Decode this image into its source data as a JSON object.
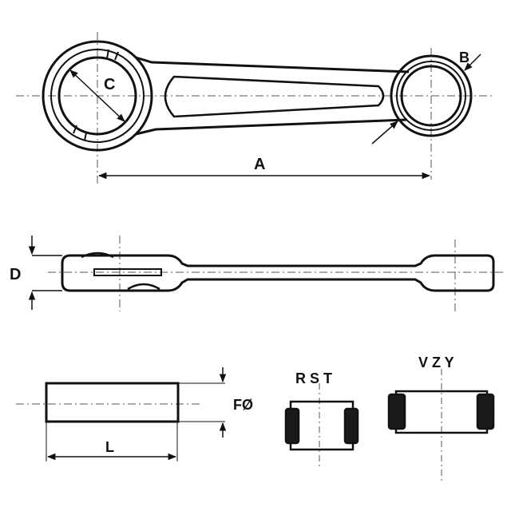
{
  "labels": {
    "a": "A",
    "b": "B",
    "c": "C",
    "d": "D",
    "f": "FØ",
    "l": "L",
    "rst": "R S T",
    "vzy": "V Z Y"
  },
  "colors": {
    "stroke": "#111111",
    "centerline": "#555555",
    "bearing_fill": "#1a1a1a"
  }
}
